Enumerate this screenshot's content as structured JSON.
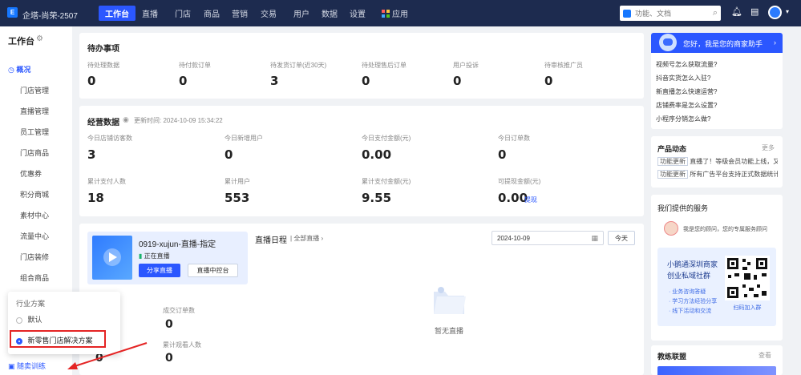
{
  "topbar": {
    "brand": "企塔-尚荣-2507",
    "nav": [
      "工作台",
      "直播",
      "门店",
      "商品",
      "营销",
      "交易",
      "用户",
      "数据",
      "设置",
      "应用"
    ],
    "search_placeholder": "功能、文档"
  },
  "sidebar": {
    "title": "工作台",
    "overview": "概况",
    "items": [
      "门店管理",
      "直播管理",
      "员工管理",
      "门店商品",
      "优惠券",
      "积分商城",
      "素材中心",
      "流量中心",
      "门店装修",
      "组合商品"
    ],
    "bottom_item": "随卖训练"
  },
  "todo": {
    "title": "待办事项",
    "items": [
      {
        "label": "待处理数据",
        "value": "0"
      },
      {
        "label": "待付款订单",
        "value": "0"
      },
      {
        "label": "待发货订单(近30天)",
        "value": "3"
      },
      {
        "label": "待处理售后订单",
        "value": "0"
      },
      {
        "label": "用户投诉",
        "value": "0"
      },
      {
        "label": "待审核推广员",
        "value": "0"
      }
    ]
  },
  "ops": {
    "title": "经营数据",
    "updated": "更新时间: 2024-10-09 15:34:22",
    "row1": [
      {
        "label": "今日店铺访客数",
        "value": "3"
      },
      {
        "label": "今日新增用户",
        "value": "0"
      },
      {
        "label": "今日支付金额(元)",
        "value": "0.00"
      },
      {
        "label": "今日订单数",
        "value": "0"
      }
    ],
    "row2": [
      {
        "label": "累计支付人数",
        "value": "18"
      },
      {
        "label": "累计用户",
        "value": "553"
      },
      {
        "label": "累计支付金额(元)",
        "value": "9.55"
      },
      {
        "label": "可提现金额(元)",
        "value": "0.00"
      }
    ],
    "withdraw": "提现"
  },
  "live": {
    "name": "0919-xujun-直播-指定",
    "status": "正在直播",
    "share_btn": "分享直播",
    "console_btn": "直播中控台",
    "calendar_title": "直播日程",
    "all_live": "全部直播",
    "date": "2024-10-09",
    "today_btn": "今天",
    "empty": "暂无直播",
    "partial_title": "数据",
    "stat1_label": "成交订单数",
    "stat1_value": "0",
    "stat2_label": "累计观看人数",
    "stat2_value": "0",
    "left_value": "0"
  },
  "popup": {
    "title": "行业方案",
    "option1": "默认",
    "option2": "新零售门店解决方案"
  },
  "assistant": {
    "greeting": "您好，我是您的商家助手",
    "questions": [
      "视频号怎么获取流量?",
      "抖音实货怎么入驻?",
      "新直播怎么快速运营?",
      "店铺费率是怎么设置?",
      "小程序分销怎么做?"
    ]
  },
  "news": {
    "title": "产品动态",
    "more": "更多",
    "items": [
      {
        "tag": "功能更新",
        "text": "直播了！等级会员功能上线，又多..."
      },
      {
        "tag": "功能更新",
        "text": "所有广告平台支持正式数据统计..."
      }
    ]
  },
  "service": {
    "title": "我们提供的服务",
    "advisor": "我是您的顾问，您的专属服务顾问",
    "community_title": "小鹅通深圳商家",
    "community_sub": "创业私域社群",
    "bullets": [
      "· 业务咨询答疑",
      "· 学习方法经验分享",
      "· 线下活动和交流"
    ],
    "scan": "扫码加入群"
  },
  "alliance": {
    "title": "教练联盟",
    "view": "查看"
  }
}
